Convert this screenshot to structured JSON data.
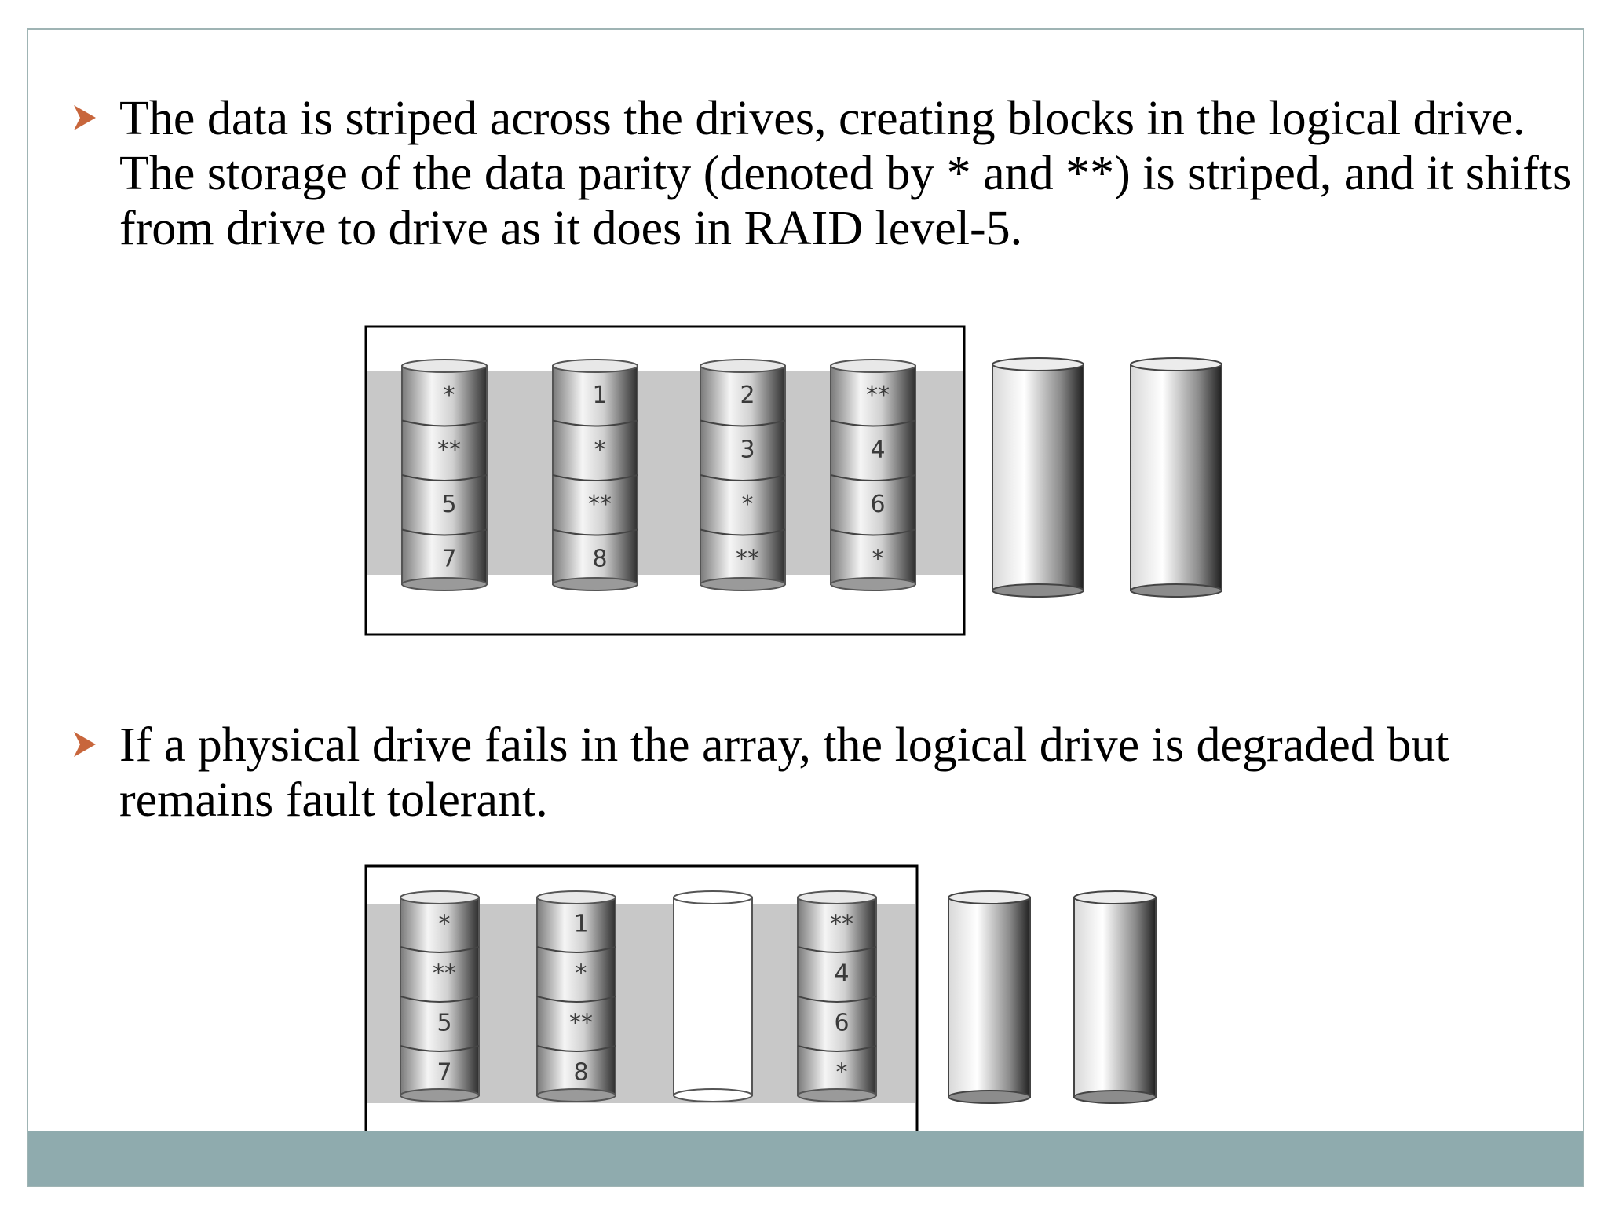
{
  "bullets": [
    {
      "text": "The data is striped across the drives, creating blocks in the logical drive. The storage of the data parity (denoted by * and **) is striped, and it shifts from drive to drive as it does in RAID level-5.",
      "icon": "arrowhead-bullet-icon"
    },
    {
      "text": " If a physical drive fails in the array, the logical drive is degraded but remains fault tolerant.",
      "icon": "arrowhead-bullet-icon"
    }
  ],
  "colors": {
    "bullet": "#c8663c",
    "footer": "#8fabae",
    "band": "#c8c8c8",
    "border": "#9fb4b4"
  },
  "diagrams": [
    {
      "drives": [
        {
          "blocks": [
            "*",
            "**",
            "5",
            "7"
          ]
        },
        {
          "blocks": [
            "1",
            "*",
            "**",
            "8"
          ]
        },
        {
          "blocks": [
            "2",
            "3",
            "*",
            "**"
          ]
        },
        {
          "blocks": [
            "**",
            "4",
            "6",
            "*"
          ]
        }
      ],
      "spares": 2
    },
    {
      "drives": [
        {
          "blocks": [
            "*",
            "**",
            "5",
            "7"
          ]
        },
        {
          "blocks": [
            "1",
            "*",
            "**",
            "8"
          ]
        },
        {
          "failed": true,
          "blocks": []
        },
        {
          "blocks": [
            "**",
            "4",
            "6",
            "*"
          ]
        }
      ],
      "spares": 2
    }
  ]
}
